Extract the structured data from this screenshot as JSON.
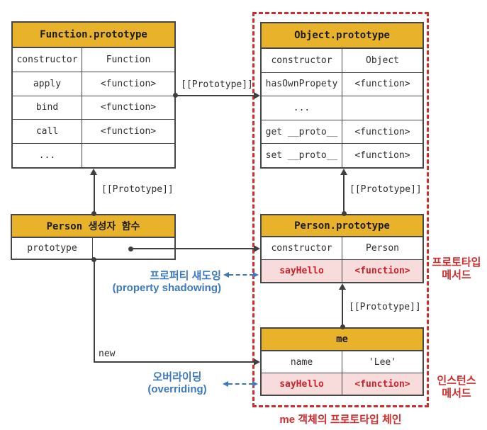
{
  "diagram": {
    "tables": {
      "function_prototype": {
        "title": "Function.prototype",
        "rows": [
          {
            "key": "constructor",
            "value": "Function"
          },
          {
            "key": "apply",
            "value": "<function>"
          },
          {
            "key": "bind",
            "value": "<function>"
          },
          {
            "key": "call",
            "value": "<function>"
          },
          {
            "key": "...",
            "value": ""
          }
        ]
      },
      "object_prototype": {
        "title": "Object.prototype",
        "rows": [
          {
            "key": "constructor",
            "value": "Object"
          },
          {
            "key": "hasOwnPropety",
            "value": "<function>"
          },
          {
            "key": "...",
            "value": ""
          },
          {
            "key": "get __proto__",
            "value": "<function>"
          },
          {
            "key": "set __proto__",
            "value": "<function>"
          }
        ]
      },
      "person_constructor": {
        "title": "Person 생성자 함수",
        "rows": [
          {
            "key": "prototype",
            "value": ""
          }
        ]
      },
      "person_prototype": {
        "title": "Person.prototype",
        "rows": [
          {
            "key": "constructor",
            "value": "Person"
          },
          {
            "key": "sayHello",
            "value": "<function>"
          }
        ]
      },
      "me": {
        "title": "me",
        "rows": [
          {
            "key": "name",
            "value": "'Lee'"
          },
          {
            "key": "sayHello",
            "value": "<function>"
          }
        ]
      }
    },
    "labels": {
      "prototype_link": "[[Prototype]]",
      "new_keyword": "new",
      "property_shadowing_ko": "프로퍼티 섀도잉",
      "property_shadowing_en": "(property shadowing)",
      "overriding_ko": "오버라이딩",
      "overriding_en": "(overriding)",
      "prototype_method_line1": "프로토타입",
      "prototype_method_line2": "메서드",
      "instance_method_line1": "인스턴스",
      "instance_method_line2": "메서드",
      "caption": "me 객체의 프로토타입 체인"
    },
    "colors": {
      "header_yellow": "#e8b32a",
      "highlight_pink": "#f8dcdc",
      "highlight_red": "#c9232b",
      "annotation_blue": "#3d79be",
      "chain_red": "#d22d2d",
      "line_gray": "#3f3f3f"
    }
  }
}
